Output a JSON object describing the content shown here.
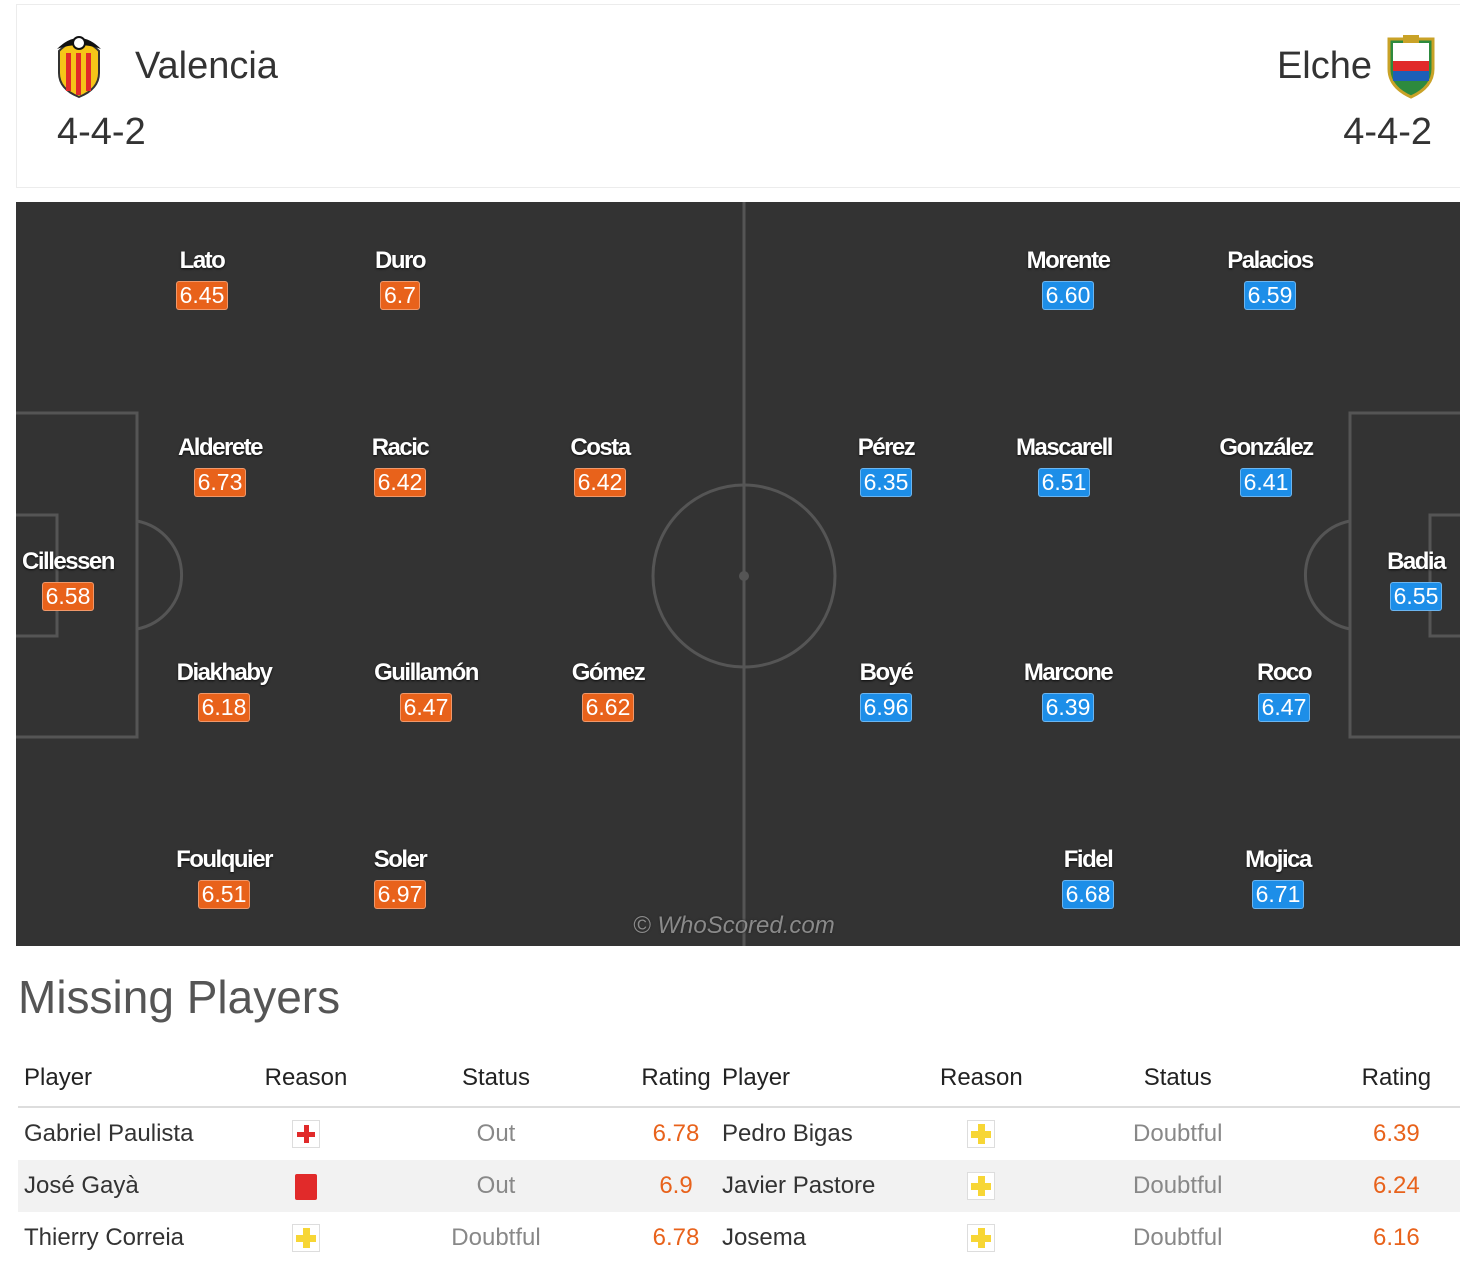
{
  "header": {
    "home": {
      "name": "Valencia",
      "formation": "4-4-2"
    },
    "away": {
      "name": "Elche",
      "formation": "4-4-2"
    }
  },
  "colors": {
    "home_rating": "#e8621b",
    "away_rating": "#1d8ee8",
    "pitch": "#333333"
  },
  "pitch": {
    "home_players": [
      {
        "name": "Lato",
        "rating": "6.45"
      },
      {
        "name": "Duro",
        "rating": "6.7"
      },
      {
        "name": "Alderete",
        "rating": "6.73"
      },
      {
        "name": "Racic",
        "rating": "6.42"
      },
      {
        "name": "Costa",
        "rating": "6.42"
      },
      {
        "name": "Cillessen",
        "rating": "6.58"
      },
      {
        "name": "Diakhaby",
        "rating": "6.18"
      },
      {
        "name": "Guillamón",
        "rating": "6.47"
      },
      {
        "name": "Gómez",
        "rating": "6.62"
      },
      {
        "name": "Foulquier",
        "rating": "6.51"
      },
      {
        "name": "Soler",
        "rating": "6.97"
      }
    ],
    "away_players": [
      {
        "name": "Morente",
        "rating": "6.60"
      },
      {
        "name": "Palacios",
        "rating": "6.59"
      },
      {
        "name": "Pérez",
        "rating": "6.35"
      },
      {
        "name": "Mascarell",
        "rating": "6.51"
      },
      {
        "name": "González",
        "rating": "6.41"
      },
      {
        "name": "Badia",
        "rating": "6.55"
      },
      {
        "name": "Boyé",
        "rating": "6.96"
      },
      {
        "name": "Marcone",
        "rating": "6.39"
      },
      {
        "name": "Roco",
        "rating": "6.47"
      },
      {
        "name": "Fidel",
        "rating": "6.68"
      },
      {
        "name": "Mojica",
        "rating": "6.71"
      }
    ],
    "watermark": "© WhoScored.com"
  },
  "missing": {
    "title": "Missing Players",
    "headers": [
      "Player",
      "Reason",
      "Status",
      "Rating",
      "Player",
      "Reason",
      "Status",
      "Rating"
    ],
    "rows": [
      {
        "home": {
          "player": "Gabriel Paulista",
          "reason_icon": "injury-icon",
          "status": "Out",
          "rating": "6.78"
        },
        "away": {
          "player": "Pedro Bigas",
          "reason_icon": "doubtful-icon",
          "status": "Doubtful",
          "rating": "6.39"
        }
      },
      {
        "home": {
          "player": "José Gayà",
          "reason_icon": "red-card-icon",
          "status": "Out",
          "rating": "6.9"
        },
        "away": {
          "player": "Javier Pastore",
          "reason_icon": "doubtful-icon",
          "status": "Doubtful",
          "rating": "6.24"
        }
      },
      {
        "home": {
          "player": "Thierry Correia",
          "reason_icon": "doubtful-icon",
          "status": "Doubtful",
          "rating": "6.78"
        },
        "away": {
          "player": "Josema",
          "reason_icon": "doubtful-icon",
          "status": "Doubtful",
          "rating": "6.16"
        }
      }
    ]
  }
}
